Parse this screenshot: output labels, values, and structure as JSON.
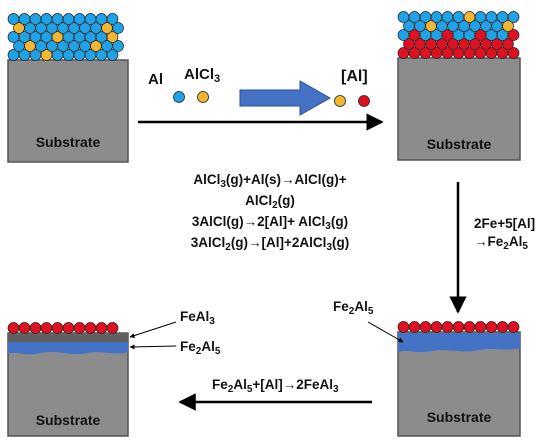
{
  "labels": {
    "substrate": "Substrate",
    "al": "Al",
    "alcl3_base": "AlCl",
    "alcl3_sub": "3",
    "al_active": "[Al]"
  },
  "equations_center": [
    {
      "parts": [
        [
          "AlCl",
          ""
        ],
        [
          "3",
          "sub"
        ],
        [
          "(g)+Al(s)→AlCl(g)+",
          ""
        ]
      ]
    },
    {
      "parts": [
        [
          "AlCl",
          ""
        ],
        [
          "2",
          "sub"
        ],
        [
          "(g)",
          ""
        ]
      ]
    },
    {
      "parts": [
        [
          "3AlCl(g)→2[Al]+ AlCl",
          ""
        ],
        [
          "3",
          "sub"
        ],
        [
          "(g)",
          ""
        ]
      ]
    },
    {
      "parts": [
        [
          "3AlCl",
          ""
        ],
        [
          "2",
          "sub"
        ],
        [
          "(g)→[Al]+2AlCl",
          ""
        ],
        [
          "3",
          "sub"
        ],
        [
          "(g)",
          ""
        ]
      ]
    }
  ],
  "equation_right": [
    {
      "parts": [
        [
          "2Fe+5[Al]",
          ""
        ]
      ]
    },
    {
      "parts": [
        [
          "→Fe",
          ""
        ],
        [
          "2",
          "sub"
        ],
        [
          "Al",
          ""
        ],
        [
          "5",
          "sub"
        ]
      ]
    }
  ],
  "equation_bottom": {
    "parts": [
      [
        "Fe",
        ""
      ],
      [
        "2",
        "sub"
      ],
      [
        "Al",
        ""
      ],
      [
        "5",
        "sub"
      ],
      [
        "+[Al]→2FeAl",
        ""
      ],
      [
        "3",
        "sub"
      ]
    ]
  },
  "label_feal3": {
    "parts": [
      [
        "FeAl",
        ""
      ],
      [
        "3",
        "sub"
      ]
    ]
  },
  "label_fe2al5_left": {
    "parts": [
      [
        "Fe",
        ""
      ],
      [
        "2",
        "sub"
      ],
      [
        "Al",
        ""
      ],
      [
        "5",
        "sub"
      ]
    ]
  },
  "label_fe2al5_right": {
    "parts": [
      [
        "Fe",
        ""
      ],
      [
        "2",
        "sub"
      ],
      [
        "Al",
        ""
      ],
      [
        "5",
        "sub"
      ]
    ]
  },
  "colors": {
    "substrate": "#8c8c8c",
    "substrate_dark": "#5a5a5a",
    "al_atom": "#1fa2e6",
    "alcl3_atom": "#f2b630",
    "active_al": "#e01020",
    "fe2al5_layer": "#4472c4",
    "block_arrow": "#4472c4"
  }
}
